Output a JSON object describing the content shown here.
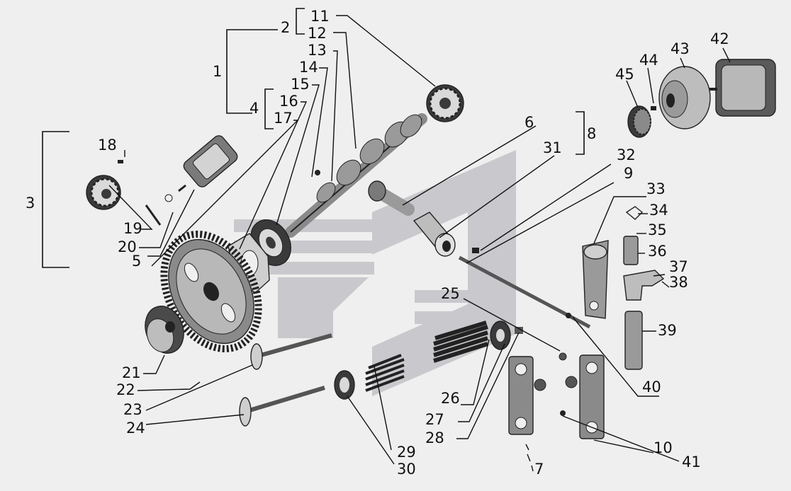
{
  "colors": {
    "background": "#efefef",
    "ink": "#111111",
    "watermark": "#c9c9cd",
    "part_dark": "#3a3a3a",
    "part_mid": "#8a8a8a",
    "part_light": "#d9d9d9"
  },
  "labels": {
    "n1": "1",
    "n2": "2",
    "n3": "3",
    "n4": "4",
    "n5": "5",
    "n6": "6",
    "n7": "7",
    "n8": "8",
    "n9": "9",
    "n10": "10",
    "n11": "11",
    "n12": "12",
    "n13": "13",
    "n14": "14",
    "n15": "15",
    "n16": "16",
    "n17": "17",
    "n18": "18",
    "n19": "19",
    "n20": "20",
    "n21": "21",
    "n22": "22",
    "n23": "23",
    "n24": "24",
    "n25": "25",
    "n26": "26",
    "n27": "27",
    "n28": "28",
    "n29": "29",
    "n30": "30",
    "n31": "31",
    "n32": "32",
    "n33": "33",
    "n34": "34",
    "n35": "35",
    "n36": "36",
    "n37": "37",
    "n38": "38",
    "n39": "39",
    "n40": "40",
    "n41": "41",
    "n42": "42",
    "n43": "43",
    "n44": "44",
    "n45": "45"
  },
  "parts": [
    "gear-wheel-11",
    "camshaft-12",
    "large-gear-5",
    "bearing-15",
    "gasket-16",
    "governor-sleeve-3",
    "small-gear-19",
    "cam-hub-21",
    "valve-23",
    "valve-24",
    "spring-26",
    "spring-29",
    "washer-30",
    "cap-27",
    "bushing-6",
    "bushing-31",
    "push-rod-9",
    "pin-32",
    "rocker-33",
    "pin-36",
    "lever-37",
    "rod-39",
    "tappet-7",
    "tappet-10",
    "alternator-42",
    "drive-flange-43",
    "pinion-45"
  ]
}
